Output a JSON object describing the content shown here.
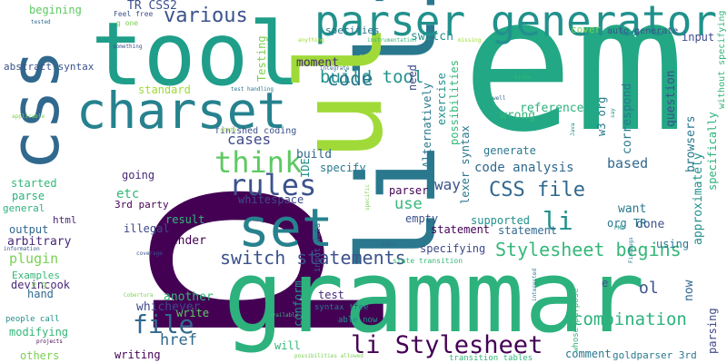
{
  "words": [
    "p",
    "em",
    "tool",
    "grammar",
    "li li",
    "ul",
    "css",
    "set",
    "parser generator",
    "charset",
    "think",
    "rules",
    "li",
    "switch statements",
    "li Stylesheet",
    "file",
    "build tool",
    "CSS file",
    "Stylesheet begins",
    "various",
    "code",
    "combination",
    "href",
    "cases",
    "code analysis",
    "use",
    "based",
    "way",
    "etc",
    "specify",
    "build",
    "IDE",
    "parser",
    "correspond",
    "reference",
    "wrong",
    "moment",
    "switch",
    "specifies",
    "w3 org",
    "question",
    "browsers",
    "approximately",
    "input",
    "specifically",
    "without specifying",
    "cover",
    "generate",
    "statement",
    "specifying",
    "supported",
    "want",
    "done",
    "org TR",
    "using",
    "ol",
    "now",
    "parsing",
    "plugin",
    "arbitrary",
    "output",
    "html",
    "parse",
    "started",
    "general",
    "going",
    "3rd party",
    "result",
    "illegal",
    "render",
    "whitespace",
    "empty",
    "statement",
    "devincook",
    "hand",
    "Examples",
    "e g",
    "another",
    "whichever",
    "write",
    "conform",
    "test",
    "will",
    "writing",
    "others",
    "modifying",
    "people call",
    "comment",
    "goldparser 3rd",
    "transition tables",
    "able now",
    "syntax tree",
    "standard",
    "abstract syntax",
    "finished coding",
    "begining",
    "TR CSS2",
    "Feel free",
    "g one",
    "auto generate",
    "Testing",
    "Alternatively",
    "exercise",
    "possibilities",
    "lexer syntax",
    "need",
    "kinds",
    "instrumentation",
    "missing",
    "anything",
    "something",
    "integrate",
    "test handling",
    "worth",
    "applicable",
    "state",
    "Java",
    "say",
    "well",
    "specific",
    "input data",
    "Emma",
    "FindBugs",
    "PMD",
    "state transition",
    "interested",
    "whose purpose",
    "available",
    "static",
    "Cobertura",
    "coverage",
    "information",
    "projects",
    "possibilities allowed",
    "e",
    "tested"
  ]
}
